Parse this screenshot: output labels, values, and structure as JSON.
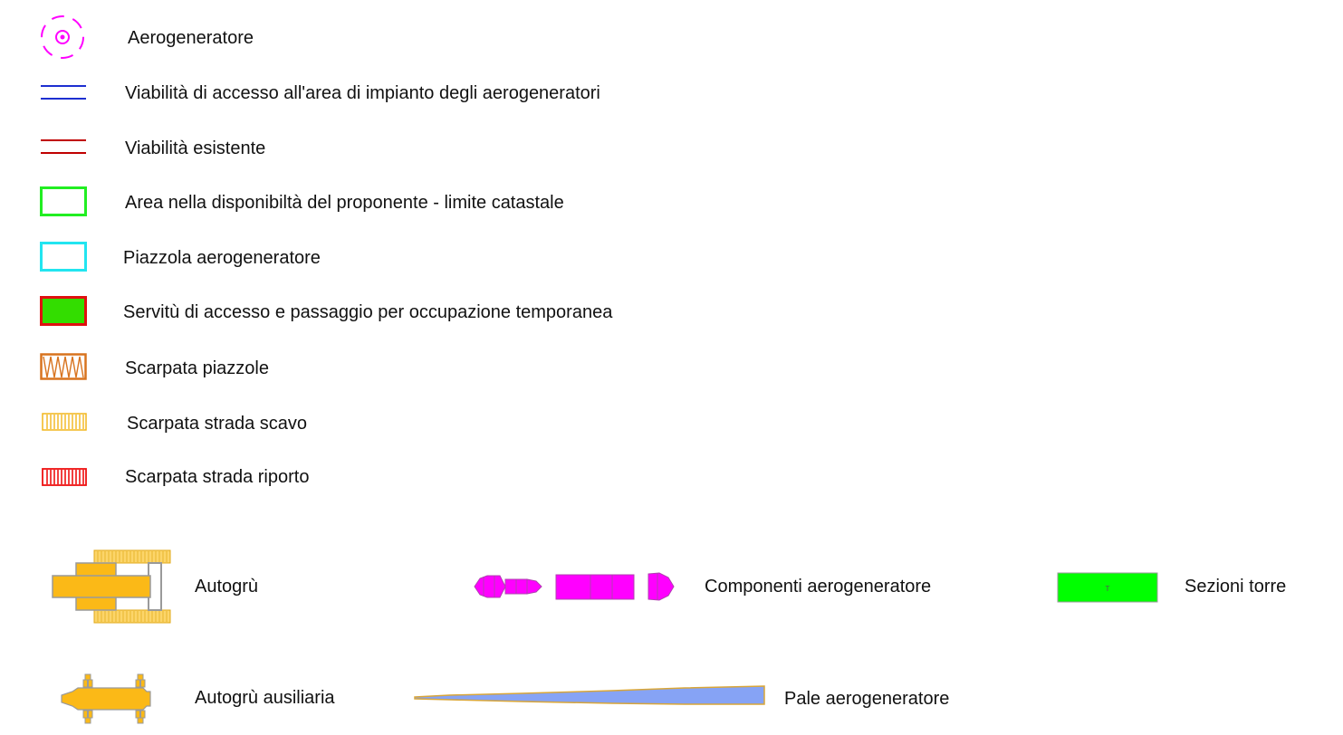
{
  "legend": {
    "items": [
      {
        "label": "Aerogeneratore",
        "icon": "wind-turbine-symbol",
        "color": "#ff00ff"
      },
      {
        "label": "Viabilità di accesso all'area di impianto degli aerogeneratori",
        "icon": "double-line-blue",
        "color": "#1d2fd0"
      },
      {
        "label": "Viabilità esistente",
        "icon": "double-line-red",
        "color": "#c00000"
      },
      {
        "label": "Area nella disponibiltà del proponente - limite catastale",
        "icon": "rect-outline-green",
        "color": "#22ee22"
      },
      {
        "label": "Piazzola aerogeneratore",
        "icon": "rect-outline-cyan",
        "color": "#22e5f0"
      },
      {
        "label": "Servitù di accesso e passaggio per occupazione temporanea",
        "icon": "rect-filled-green-red-border",
        "color": "#33dd00"
      },
      {
        "label": "Scarpata piazzole",
        "icon": "hatch-zigzag-orange",
        "color": "#d8731e"
      },
      {
        "label": "Scarpata strada scavo",
        "icon": "hatch-vertical-yellow",
        "color": "#f2b51c"
      },
      {
        "label": "Scarpata strada riporto",
        "icon": "hatch-vertical-red",
        "color": "#ee1111"
      }
    ]
  },
  "equipment": {
    "crane": {
      "label": "Autogrù",
      "icon": "crane-icon",
      "color": "#fbb917"
    },
    "components": {
      "label": "Componenti aerogeneratore",
      "icon": "turbine-components-icon",
      "color": "#ff00ff"
    },
    "tower": {
      "label": "Sezioni torre",
      "icon": "tower-section-icon",
      "color": "#00ff00",
      "mark": "T"
    },
    "aux_crane": {
      "label": "Autogrù ausiliaria",
      "icon": "auxiliary-crane-icon",
      "color": "#fbb917"
    },
    "blade": {
      "label": "Pale aerogeneratore",
      "icon": "blade-icon",
      "color": "#86a3f5"
    }
  }
}
